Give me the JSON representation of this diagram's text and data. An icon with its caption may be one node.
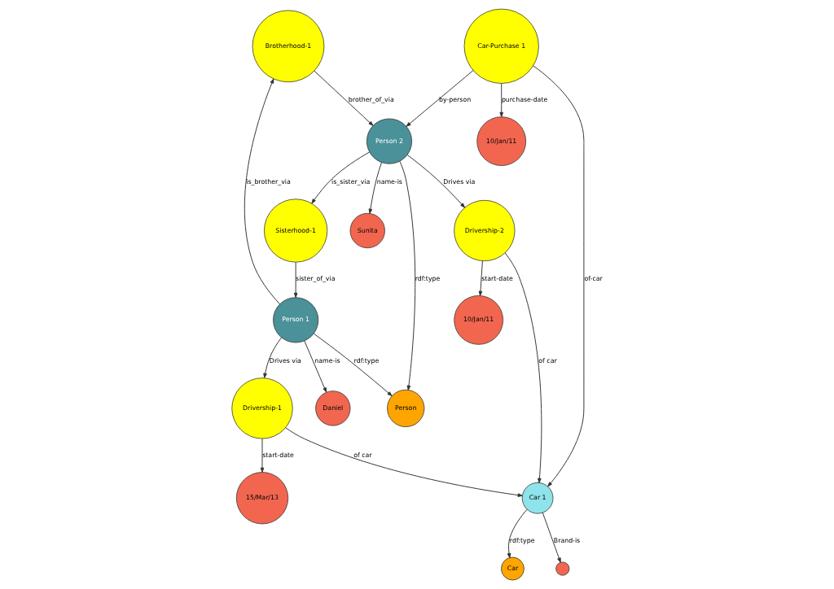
{
  "diagram": {
    "nodes": [
      {
        "text": [
          "Brotherhood-1"
        ]
      },
      {
        "text": [
          "Daniel"
        ]
      },
      {
        "text": [
          "Sunita"
        ]
      },
      {
        "text": [
          "Sisterhood-1"
        ]
      },
      {
        "text": [
          "Person 1"
        ]
      },
      {
        "text": [
          "Person 2"
        ]
      },
      {
        "text": [
          "Person"
        ]
      },
      {
        "text": [
          "Drivership-1"
        ]
      },
      {
        "text": [
          "Car-Purchase 1"
        ]
      },
      {
        "text": [
          "Drivership-2"
        ]
      },
      {
        "text": [
          "Car 1"
        ]
      },
      {
        "text": [
          "15/Mar/13"
        ]
      },
      {
        "text": [
          "Car"
        ]
      },
      {
        "text": [],
        "shape": "circle"
      },
      {
        "text": [
          "10/Jan/11"
        ]
      },
      {
        "text": [
          "10/Jan/11"
        ]
      }
    ],
    "edges": [
      {
        "from": 4,
        "to": 1,
        "arrow": "to",
        "label": "name-is"
      },
      {
        "from": 4,
        "to": 0,
        "arrow": "to",
        "label": "is_brother_via"
      },
      {
        "from": 0,
        "to": 5,
        "arrow": "to",
        "label": "brother_of_via"
      },
      {
        "from": 3,
        "to": 4,
        "arrow": "to",
        "label": "sister_of_via"
      },
      {
        "from": 5,
        "to": 3,
        "arrow": "to",
        "label": "is_sister_via"
      },
      {
        "from": 5,
        "to": 2,
        "arrow": "to",
        "label": "name-is"
      },
      {
        "from": 4,
        "to": 6,
        "arrow": "to",
        "label": "rdf:type"
      },
      {
        "from": 5,
        "to": 6,
        "arrow": "to",
        "label": "rdf:type"
      },
      {
        "from": 4,
        "to": 7,
        "arrow": "to",
        "label": "Drives via"
      },
      {
        "from": 5,
        "to": 9,
        "arrow": "to",
        "label": "Drives via"
      },
      {
        "from": 8,
        "to": 5,
        "arrow": "to",
        "label": "by-person"
      },
      {
        "from": 8,
        "to": 10,
        "arrow": "to",
        "label": "of-car"
      },
      {
        "from": 7,
        "to": 10,
        "arrow": "to",
        "label": "of car"
      },
      {
        "from": 9,
        "to": 10,
        "arrow": "to",
        "label": "of car"
      },
      {
        "from": 7,
        "to": 11,
        "arrow": "to",
        "label": "start-date"
      },
      {
        "from": 10,
        "to": 12,
        "arrow": "to",
        "label": "rdf:type"
      },
      {
        "from": 10,
        "to": 13,
        "arrow": "to",
        "label": "Brand-is"
      },
      {
        "from": 8,
        "to": 14,
        "arrow": "to",
        "label": "purchase-date"
      },
      {
        "from": 9,
        "to": 15,
        "arrow": "to",
        "label": "start-date"
      }
    ]
  }
}
